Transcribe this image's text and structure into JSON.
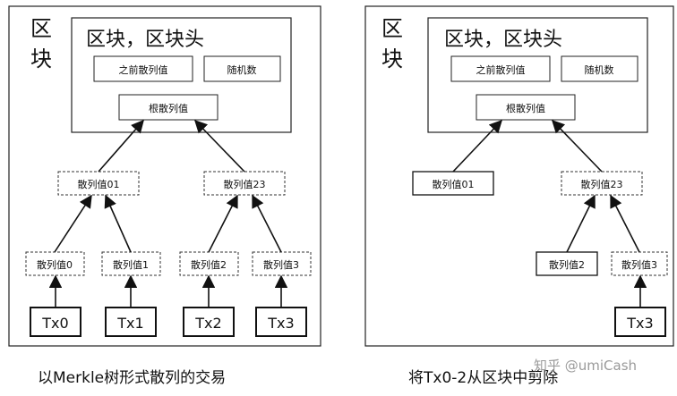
{
  "left": {
    "block_label": "区块",
    "header_title": "区块，区块头",
    "prev_hash": "之前散列值",
    "nonce": "随机数",
    "root_hash": "根散列值",
    "hash01": "散列值01",
    "hash23": "散列值23",
    "hash0": "散列值0",
    "hash1": "散列值1",
    "hash2": "散列值2",
    "hash3": "散列值3",
    "tx0": "Tx0",
    "tx1": "Tx1",
    "tx2": "Tx2",
    "tx3": "Tx3",
    "caption": "以Merkle树形式散列的交易"
  },
  "right": {
    "block_label": "区块",
    "header_title": "区块，区块头",
    "prev_hash": "之前散列值",
    "nonce": "随机数",
    "root_hash": "根散列值",
    "hash01": "散列值01",
    "hash23": "散列值23",
    "hash2": "散列值2",
    "hash3": "散列值3",
    "tx3": "Tx3",
    "caption": "将Tx0-2从区块中剪除"
  },
  "watermark": "知乎 @umiCash"
}
